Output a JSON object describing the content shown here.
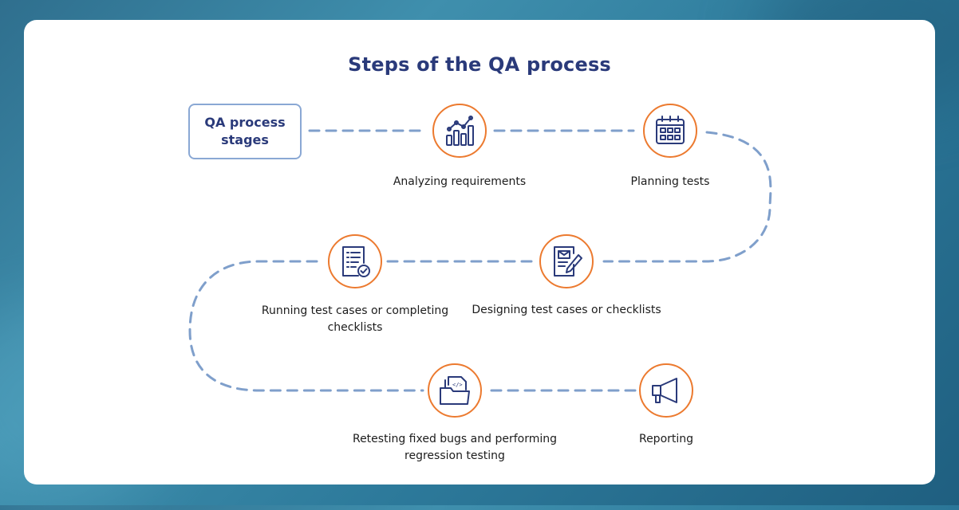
{
  "diagram": {
    "title": "Steps of the QA process",
    "start_box": "QA process stages",
    "steps": [
      {
        "label": "Analyzing requirements",
        "icon": "bar-chart-icon"
      },
      {
        "label": "Planning tests",
        "icon": "calendar-icon"
      },
      {
        "label": "Designing test cases or checklists",
        "icon": "document-pencil-icon"
      },
      {
        "label": "Running test cases or completing checklists",
        "icon": "checklist-icon"
      },
      {
        "label": "Retesting fixed bugs and performing regression testing",
        "icon": "code-folder-icon"
      },
      {
        "label": "Reporting",
        "icon": "megaphone-icon"
      }
    ],
    "colors": {
      "title": "#2a3a7a",
      "icon": "#2a3a7a",
      "circle_border": "#ec7a2f",
      "dashed_path": "#7f9fcb"
    }
  }
}
